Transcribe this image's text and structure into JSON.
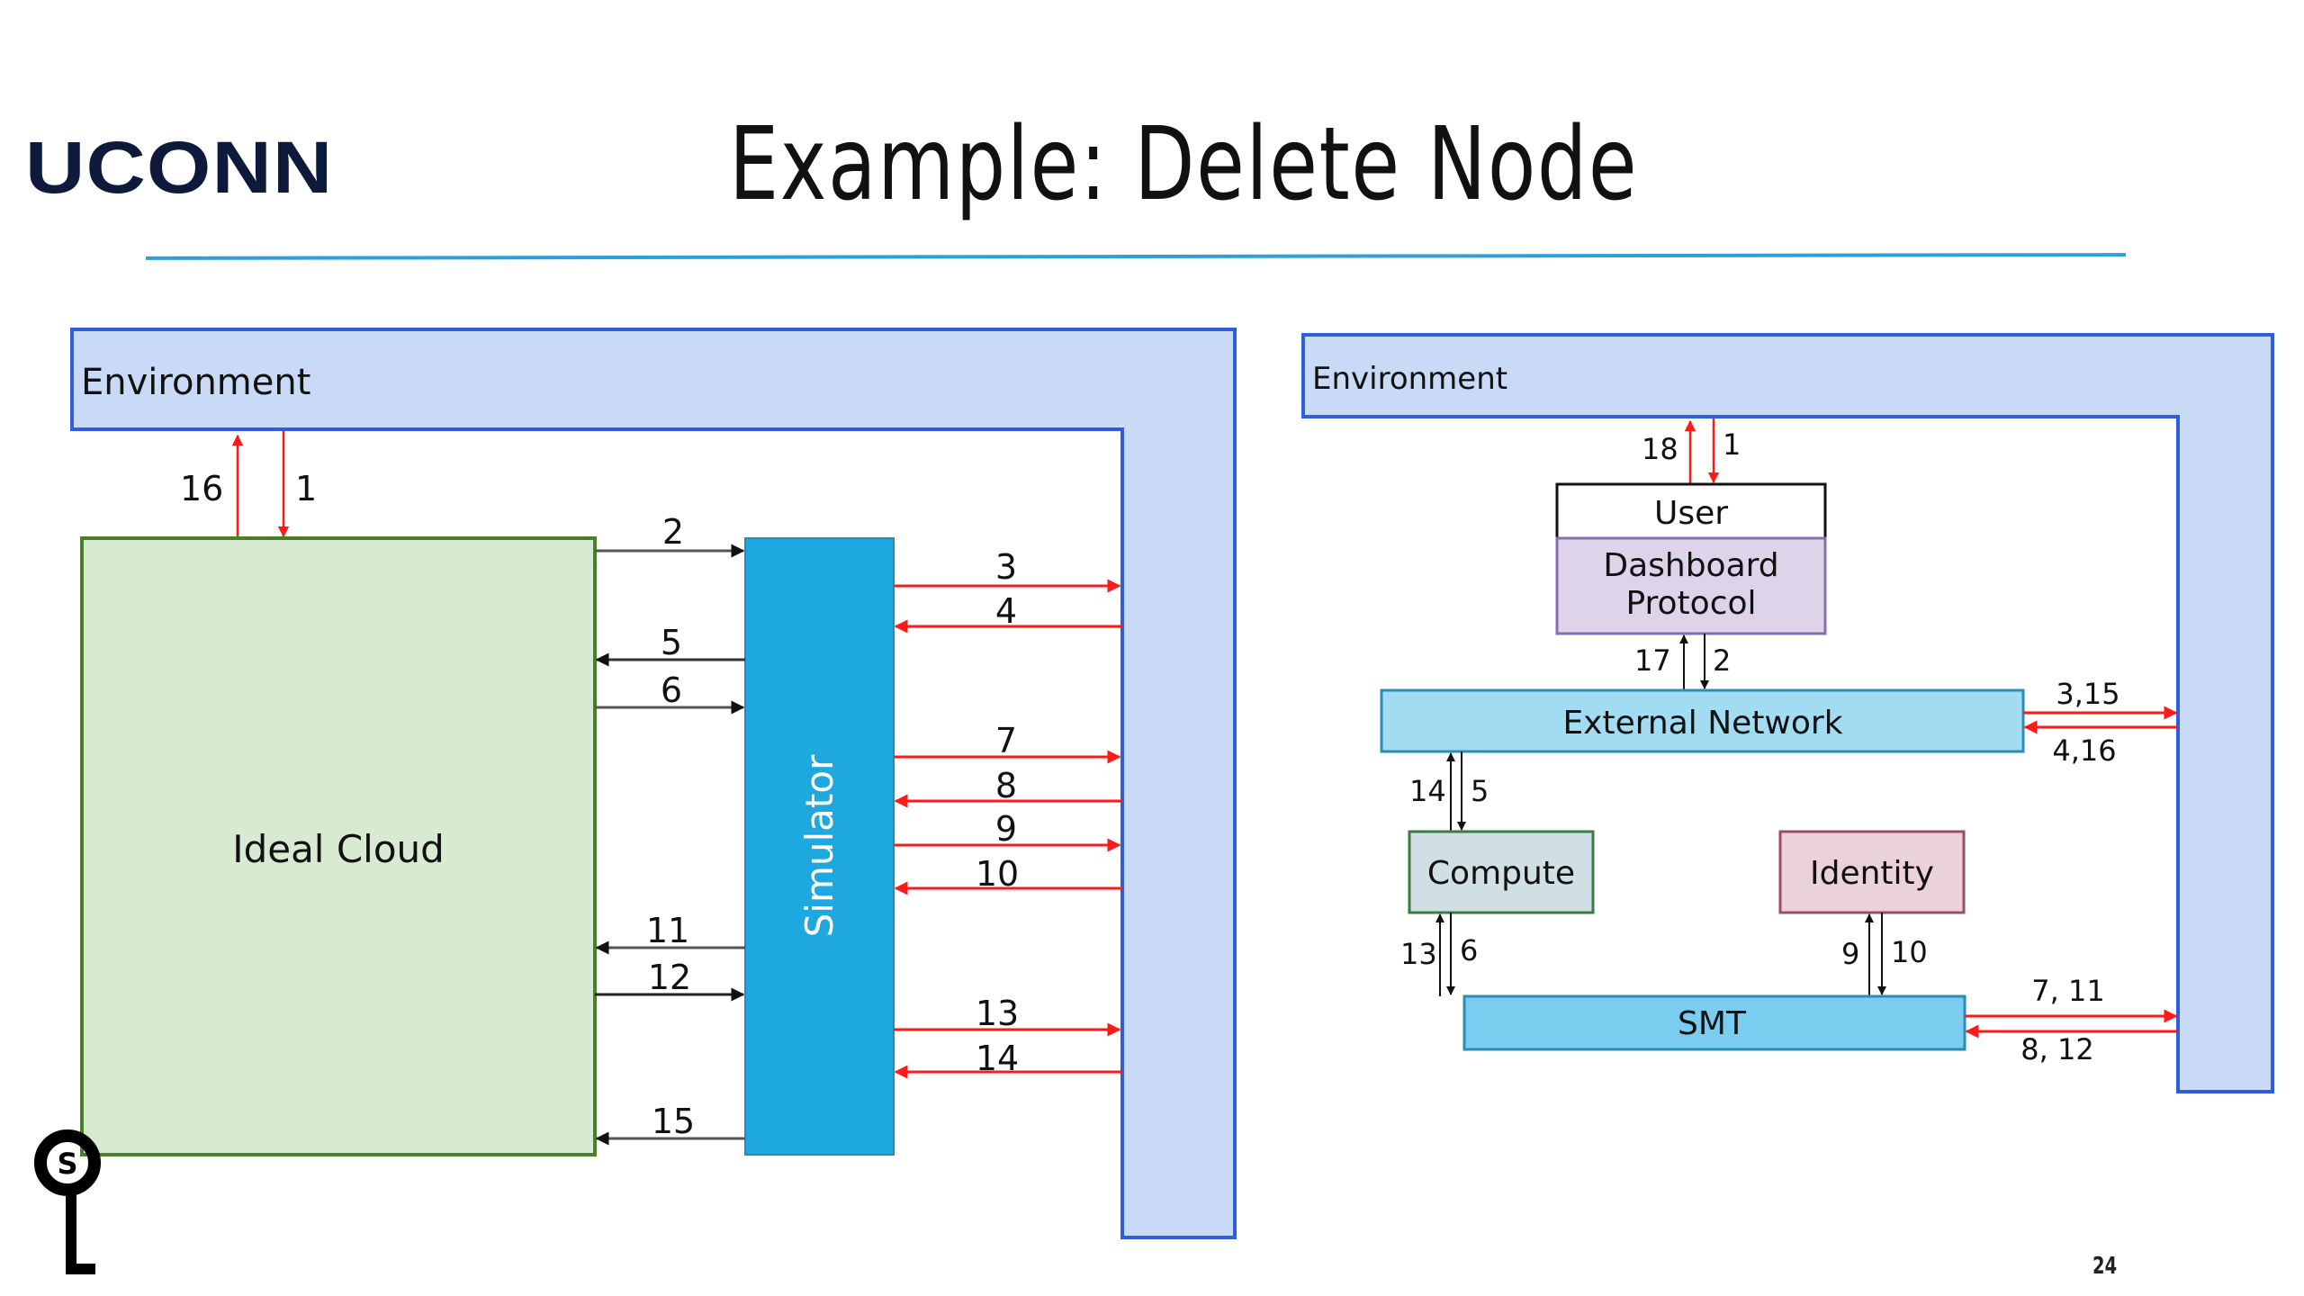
{
  "header": {
    "logo": "UCONN",
    "title": "Example: Delete Node"
  },
  "footer": {
    "page_number": "24"
  },
  "colors": {
    "environment_fill": "#c9daf6",
    "environment_border": "#2f5fd8",
    "ideal_cloud_fill": "#d9ead3",
    "ideal_cloud_border": "#4a7f2a",
    "simulator_fill": "#1ea8e0",
    "external_network_fill": "#a2dcf3",
    "smt_fill": "#7acdee",
    "dashboard_fill": "#ddd4ea",
    "compute_fill": "#d0dfe3",
    "identity_fill": "#ead1dc",
    "red_arrow": "#ff1a1a",
    "black_arrow": "#222222"
  },
  "left_diagram": {
    "environment_label": "Environment",
    "ideal_cloud_label": "Ideal Cloud",
    "simulator_label": "Simulator",
    "arrows": {
      "env_up": "16",
      "env_down": "1",
      "a2": "2",
      "a3": "3",
      "a4": "4",
      "a5": "5",
      "a6": "6",
      "a7": "7",
      "a8": "8",
      "a9": "9",
      "a10": "10",
      "a11": "11",
      "a12": "12",
      "a13": "13",
      "a14": "14",
      "a15": "15"
    }
  },
  "right_diagram": {
    "environment_label": "Environment",
    "user_label": "User",
    "dashboard_label_line1": "Dashboard",
    "dashboard_label_line2": "Protocol",
    "external_network_label": "External Network",
    "compute_label": "Compute",
    "identity_label": "Identity",
    "smt_label": "SMT",
    "arrows": {
      "user_up": "18",
      "user_down": "1",
      "dash_up": "17",
      "dash_down": "2",
      "ext_out": "3,15",
      "ext_in": "4,16",
      "comp_up": "14",
      "comp_down": "5",
      "smt_comp_up": "13",
      "smt_comp_down": "6",
      "smt_id_up": "9",
      "smt_id_down": "10",
      "smt_out": "7, 11",
      "smt_in": "8, 12"
    }
  }
}
